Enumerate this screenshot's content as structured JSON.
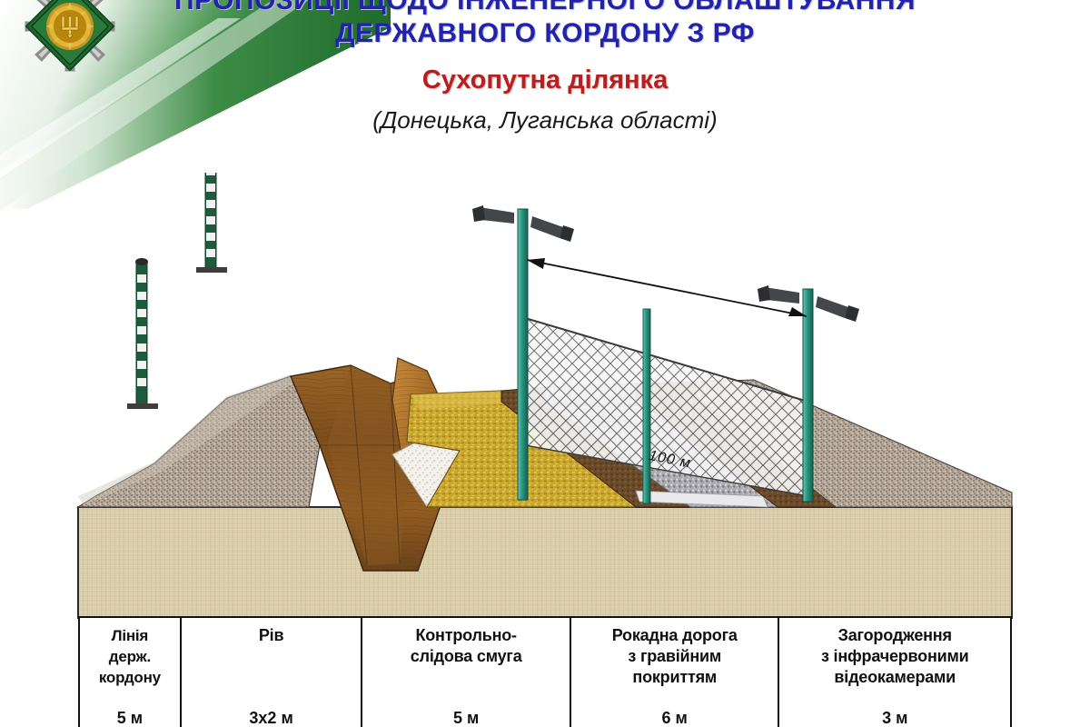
{
  "slide": {
    "title_line1": "ПРОПОЗИЦІЇ ЩОДО ІНЖЕНЕРНОГО ОБЛАШТУВАННЯ",
    "title_line2": "ДЕРЖАВНОГО КОРДОНУ З РФ",
    "subtitle": "Сухопутна ділянка",
    "subtitle_regions": "(Донецька, Луганська області)",
    "colors": {
      "title": "#2222aa",
      "subtitle": "#b62020",
      "banner_green": "#1f7a33",
      "post_teal": "#2e9e8a",
      "marker_green": "#1d5c3a",
      "gravel": "#b3a79a",
      "trench_wood": "#8a5a22",
      "control_strip": "#c8a42a",
      "road_gravel": "#a9a9b0",
      "soil": "#6b4a2a",
      "ground_base": "#ded2b0"
    }
  },
  "emblem": {
    "name": "Державна прикордонна служба України",
    "trident_color": "#d4a82a"
  },
  "diagram": {
    "dimension_label": "100 м",
    "elements": {
      "border_marker_post": "Прикордонний стовп",
      "trench": "Рів",
      "control_strip": "Контрольно-слідова смуга",
      "gravel_road": "Рокадна дорога",
      "fence": "Загородження",
      "camera_pole": "Стовп з відеокамерами",
      "video_camera": "Інфрачервона відеокамера"
    }
  },
  "legend": {
    "columns": [
      {
        "name": "Лінія\nдерж.\nкордону",
        "value": "5 м"
      },
      {
        "name": "Рів",
        "value": "3х2 м"
      },
      {
        "name": "Контрольно-\nслідова смуга",
        "value": "5 м"
      },
      {
        "name": "Рокадна дорога\nз гравійним\nпокриттям",
        "value": "6 м"
      },
      {
        "name": "Загородження\nз інфрачервоними\nвідеокамерами",
        "value": "3 м"
      }
    ]
  }
}
